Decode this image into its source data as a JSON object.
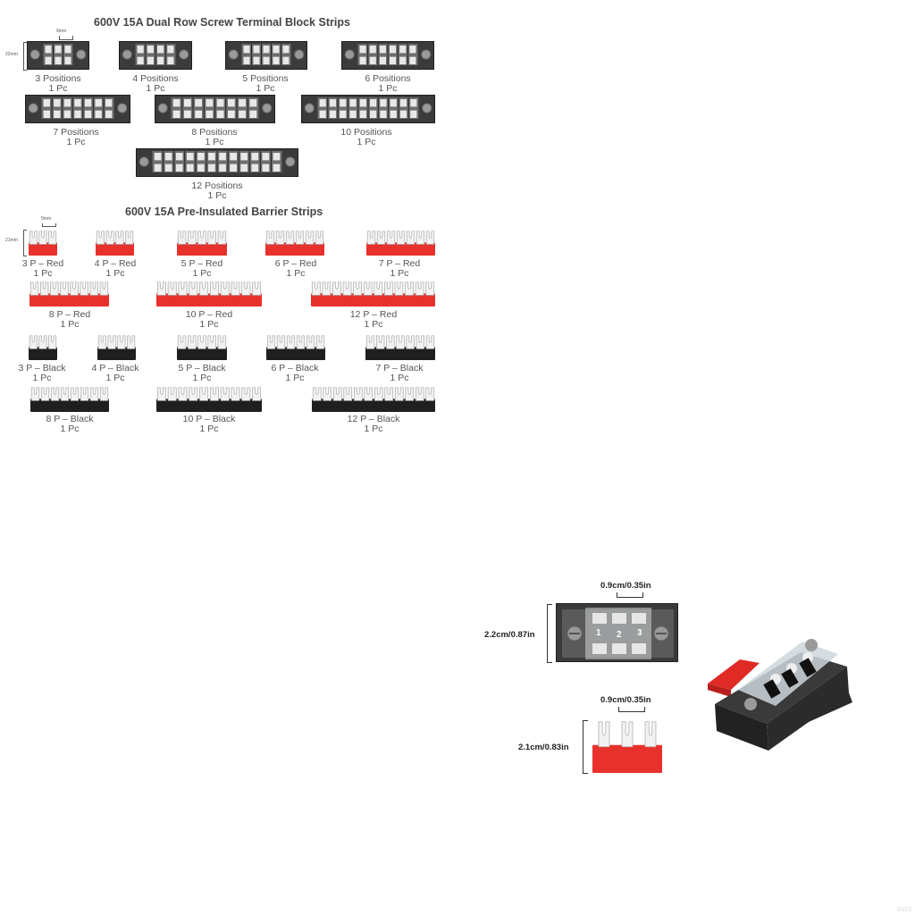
{
  "section1": {
    "title": "600V 15A Dual Row Screw Terminal Block Strips",
    "dim_width": "9mm",
    "dim_height": "22mm",
    "items": [
      {
        "label": "3 Positions",
        "qty": "1 Pc"
      },
      {
        "label": "4 Positions",
        "qty": "1 Pc"
      },
      {
        "label": "5 Positions",
        "qty": "1 Pc"
      },
      {
        "label": "6 Positions",
        "qty": "1 Pc"
      },
      {
        "label": "7 Positions",
        "qty": "1 Pc"
      },
      {
        "label": "8 Positions",
        "qty": "1 Pc"
      },
      {
        "label": "10 Positions",
        "qty": "1 Pc"
      },
      {
        "label": "12 Positions",
        "qty": "1 Pc"
      }
    ]
  },
  "section2": {
    "title": "600V 15A Pre-Insulated Barrier Strips",
    "dim_width": "9mm",
    "dim_height": "21mm",
    "red": [
      {
        "label": "3 P – Red",
        "qty": "1 Pc"
      },
      {
        "label": "4 P – Red",
        "qty": "1 Pc"
      },
      {
        "label": "5 P – Red",
        "qty": "1 Pc"
      },
      {
        "label": "6 P – Red",
        "qty": "1 Pc"
      },
      {
        "label": "7 P – Red",
        "qty": "1 Pc"
      },
      {
        "label": "8 P – Red",
        "qty": "1 Pc"
      },
      {
        "label": "10 P – Red",
        "qty": "1 Pc"
      },
      {
        "label": "12 P – Red",
        "qty": "1 Pc"
      }
    ],
    "black": [
      {
        "label": "3 P – Black",
        "qty": "1 Pc"
      },
      {
        "label": "4 P – Black",
        "qty": "1 Pc"
      },
      {
        "label": "5 P – Black",
        "qty": "1 Pc"
      },
      {
        "label": "6 P – Black",
        "qty": "1 Pc"
      },
      {
        "label": "7 P – Black",
        "qty": "1 Pc"
      },
      {
        "label": "8 P – Black",
        "qty": "1 Pc"
      },
      {
        "label": "10 P – Black",
        "qty": "1 Pc"
      },
      {
        "label": "12 P – Black",
        "qty": "1 Pc"
      }
    ]
  },
  "detail": {
    "block_width": "0.9cm/0.35in",
    "block_height": "2.2cm/0.87in",
    "strip_width": "0.9cm/0.35in",
    "strip_height": "2.1cm/0.83in",
    "block_numbers": [
      "1",
      "2",
      "3"
    ]
  },
  "colors": {
    "red": "#e8312c",
    "black": "#1f1f1f",
    "block": "#3b3b3b"
  },
  "watermark": "8353"
}
